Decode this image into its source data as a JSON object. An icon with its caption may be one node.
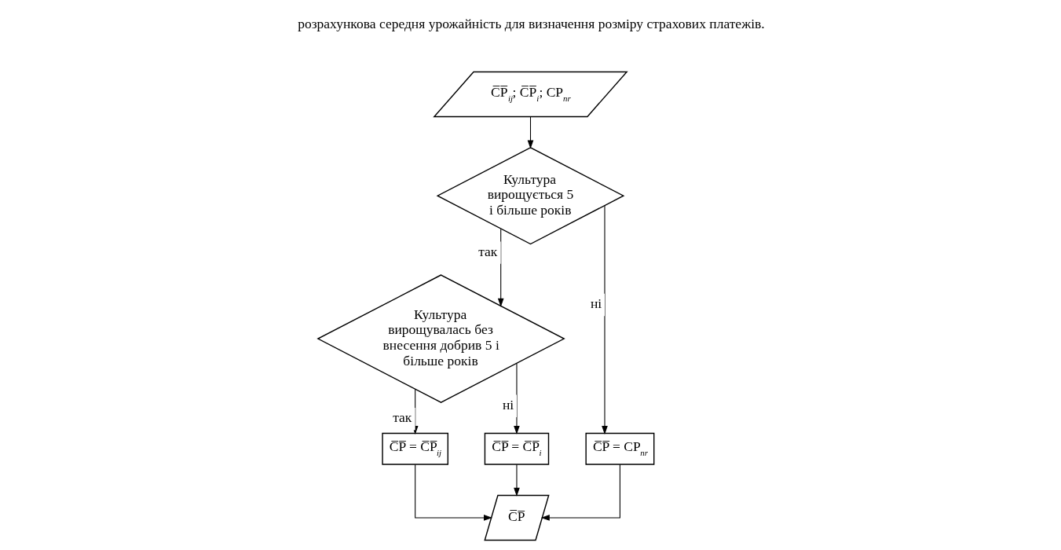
{
  "diagram": {
    "nodes": [
      {
        "text": [
          "C̅P̅$_{ij}$; C̅P̅$_{i}$; CP$_{nr}$"
        ]
      },
      {
        "text": [
          "Культура вирощується 5 і більше років"
        ]
      },
      {
        "text": [
          "Культура вирощувалась без внесення добрив 5 і більше років"
        ]
      },
      {
        "text": [
          "C̅P̅ = C̅P̅$_{ij}$"
        ]
      },
      {
        "text": [
          "C̅P̅ = C̅P̅$_{i}$"
        ]
      },
      {
        "text": [
          "C̅P̅ = CP$_{nr}$"
        ]
      },
      {
        "text": [
          "C̅P̅"
        ]
      }
    ],
    "edges": [
      {
        "from": 0,
        "to": 1,
        "arrow": "to"
      },
      {
        "from": 1,
        "to": 2,
        "label": "так",
        "arrow": "to"
      },
      {
        "from": 1,
        "to": 5,
        "label": "ні",
        "arrow": "to"
      },
      {
        "from": 2,
        "to": 3,
        "label": "так",
        "arrow": "to"
      },
      {
        "from": 2,
        "to": 4,
        "label": "ні",
        "arrow": "to"
      },
      {
        "from": 3,
        "to": 6,
        "arrow": "to"
      },
      {
        "from": 4,
        "to": 6,
        "arrow": "to"
      },
      {
        "from": 5,
        "to": 6,
        "arrow": "to"
      }
    ],
    "labels": [
      "розрахункова середня урожайність для визначення розміру страхових платежів."
    ]
  }
}
